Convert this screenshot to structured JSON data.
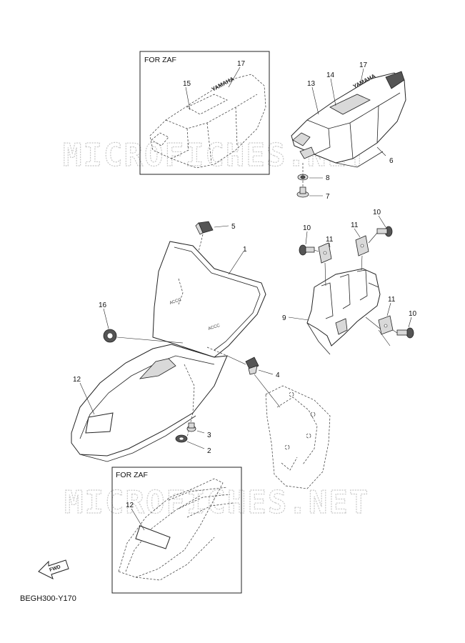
{
  "boxes": {
    "top_label": "FOR ZAF",
    "bottom_label": "FOR ZAF"
  },
  "watermarks": [
    "MICROFICHES.NET",
    "MICROFICHES.NET"
  ],
  "callouts": {
    "c1": "1",
    "c2": "2",
    "c3": "3",
    "c4": "4",
    "c5": "5",
    "c6": "6",
    "c7": "7",
    "c8": "8",
    "c9": "9",
    "c10a": "10",
    "c10b": "10",
    "c10c": "10",
    "c11a": "11",
    "c11b": "11",
    "c11c": "11",
    "c12a": "12",
    "c12b": "12",
    "c13": "13",
    "c14": "14",
    "c15": "15",
    "c16": "16",
    "c17a": "17",
    "c17b": "17"
  },
  "seat_brand": [
    "YAMAHA",
    "YAMAHA"
  ],
  "fwd_label": "FWD",
  "diagram_code": "BEGH300-Y170",
  "icons": {
    "fwd": "fwd-arrow-icon"
  }
}
